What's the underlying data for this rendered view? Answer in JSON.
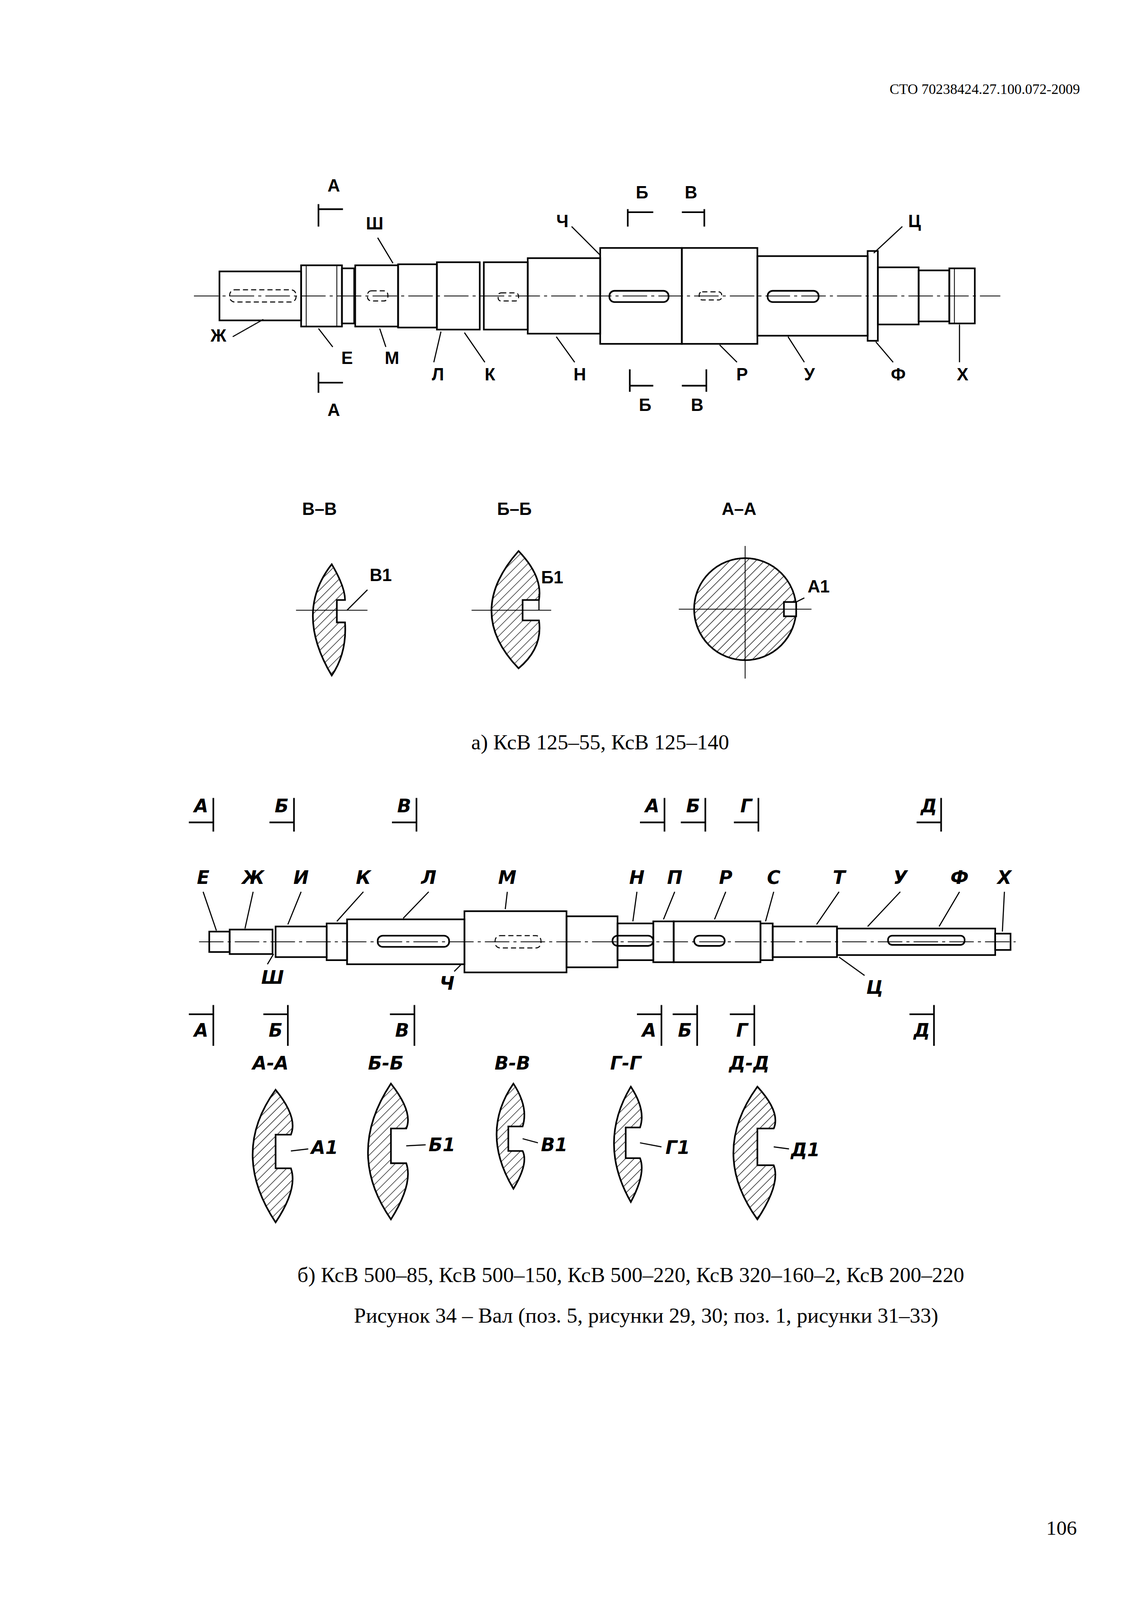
{
  "diagram": {
    "caption": "Рисунок 34 – Вал  (поз. 5, рисунки 29, 30; поз. 1, рисунки 31–33)",
    "labels": [
      "СТО 70238424.27.100.072-2009",
      "А",
      "Ш",
      "Ч",
      "Б",
      "В",
      "Ц",
      "Ж",
      "Е",
      "М",
      "Л",
      "К",
      "Н",
      "Р",
      "У",
      "Ф",
      "Х",
      "А",
      "Б",
      "В",
      "В–В",
      "Б–Б",
      "А–А",
      "В1",
      "Б1",
      "А1",
      "а) КсВ 125–55, КсВ 125–140",
      "А",
      "Б",
      "В",
      "А",
      "Б",
      "Г",
      "Д",
      "Е",
      "Ж",
      "И",
      "К",
      "Л",
      "М",
      "Н",
      "П",
      "Р",
      "С",
      "Т",
      "У",
      "Ф",
      "Х",
      "Ш",
      "Ч",
      "Ц",
      "А",
      "Б",
      "В",
      "А",
      "Б",
      "Г",
      "Д",
      "А-А",
      "Б-Б",
      "В-В",
      "Г-Г",
      "Д-Д",
      "А1",
      "Б1",
      "В1",
      "Г1",
      "Д1",
      "б) КсВ 500–85, КсВ 500–150, КсВ 500–220, КсВ 320–160–2, КсВ 200–220",
      "106"
    ]
  }
}
